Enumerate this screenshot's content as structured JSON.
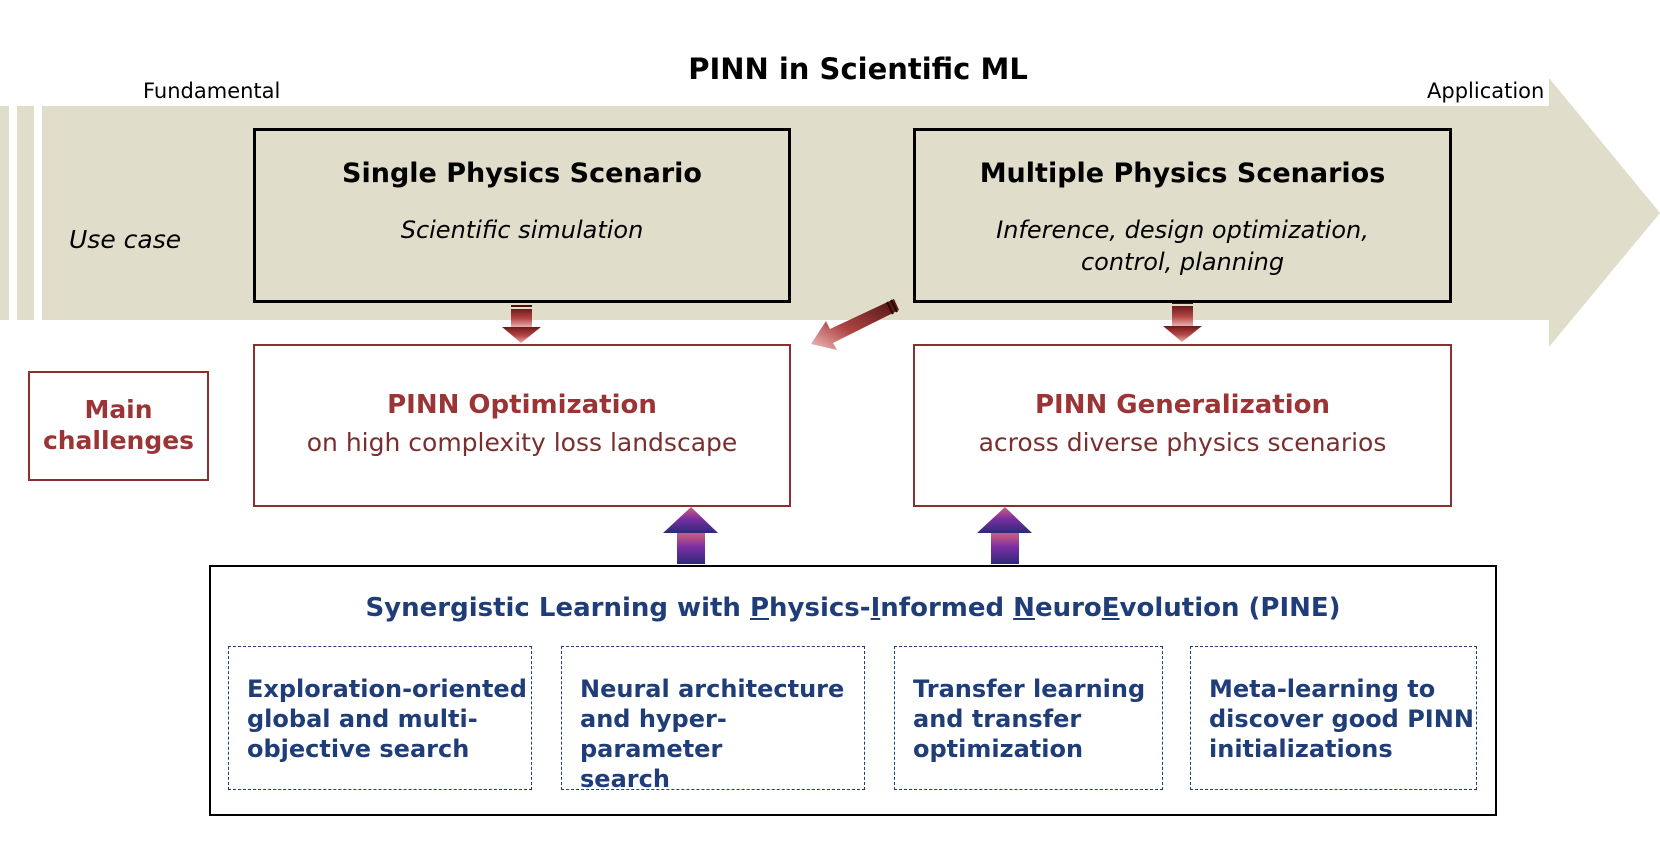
{
  "title": "PINN in Scientific ML",
  "axis": {
    "left_label": "Fundamental",
    "right_label": "Application"
  },
  "use_case_label": "Use case",
  "use_cases": [
    {
      "heading": "Single Physics Scenario",
      "lines": [
        "Scientific simulation"
      ]
    },
    {
      "heading": "Multiple Physics Scenarios",
      "lines": [
        "Inference, design optimization,",
        "control, planning"
      ]
    }
  ],
  "main_challenges_label": [
    "Main",
    "challenges"
  ],
  "challenges": [
    {
      "heading": "PINN Optimization",
      "sub": "on high complexity loss landscape"
    },
    {
      "heading": "PINN Generalization",
      "sub": "across diverse physics scenarios"
    }
  ],
  "pine": {
    "title_parts": [
      {
        "text": "Synergistic Learning with ",
        "underline": false
      },
      {
        "text": "P",
        "underline": true
      },
      {
        "text": "hysics-",
        "underline": false
      },
      {
        "text": "I",
        "underline": true
      },
      {
        "text": "nformed ",
        "underline": false
      },
      {
        "text": "N",
        "underline": true
      },
      {
        "text": "euro",
        "underline": false
      },
      {
        "text": "E",
        "underline": true
      },
      {
        "text": "volution (PINE)",
        "underline": false
      }
    ],
    "methods": [
      [
        "Exploration-oriented",
        "global and multi-",
        "objective search"
      ],
      [
        "Neural architecture",
        "and hyper-parameter",
        "search"
      ],
      [
        "Transfer learning",
        "and transfer",
        "optimization"
      ],
      [
        "Meta-learning to",
        "discover good PINN",
        "initializations"
      ]
    ]
  },
  "colors": {
    "band": "#e0ddca",
    "challenge_red": "#9b3535",
    "pine_blue": "#1f3d78"
  }
}
